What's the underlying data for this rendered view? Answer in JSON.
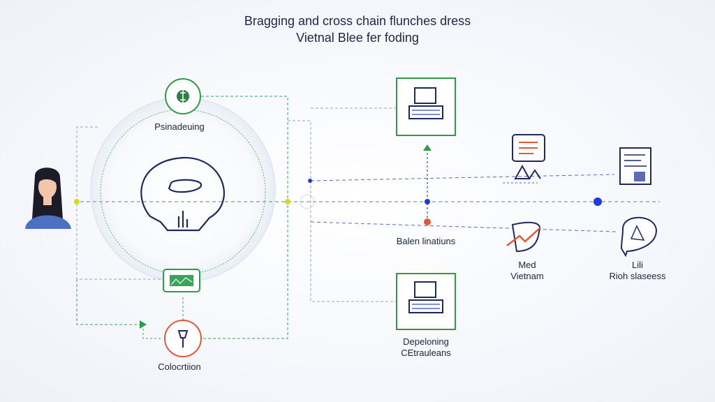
{
  "header": {
    "title_line1": "Bragging and cross chain flunches dress",
    "title_line2": "Vietnal Blee fer foding"
  },
  "nodes": {
    "top_circle_label": "Psinadeuing",
    "bottom_circle_label": "Colocrtiion",
    "middle_center_label": "Balen linatiuns",
    "bottom_box_label_line1": "Depeloning",
    "bottom_box_label_line2": "CEtrauleans",
    "mid_right_label_line1": "Med",
    "mid_right_label_line2": "Vietnam",
    "far_right_label_line1": "Lili",
    "far_right_label_line2": "Rioh slaseess"
  },
  "colors": {
    "navy": "#1f2a5c",
    "green": "#2e9a4a",
    "orange": "#e2583a",
    "blue_dot": "#1f3ad6",
    "yellow_dot": "#d8d81e",
    "dash_gray": "#8a92a6",
    "dash_green": "#3aa55a",
    "dash_blue": "#5a6bb8"
  },
  "icons": [
    "person-avatar-icon",
    "crypto-coin-icon",
    "wallet-chat-icon",
    "monitor-chart-icon",
    "tool-icon",
    "computer-terminal-icon",
    "document-chart-icon",
    "trend-chart-icon",
    "gauge-icon"
  ]
}
